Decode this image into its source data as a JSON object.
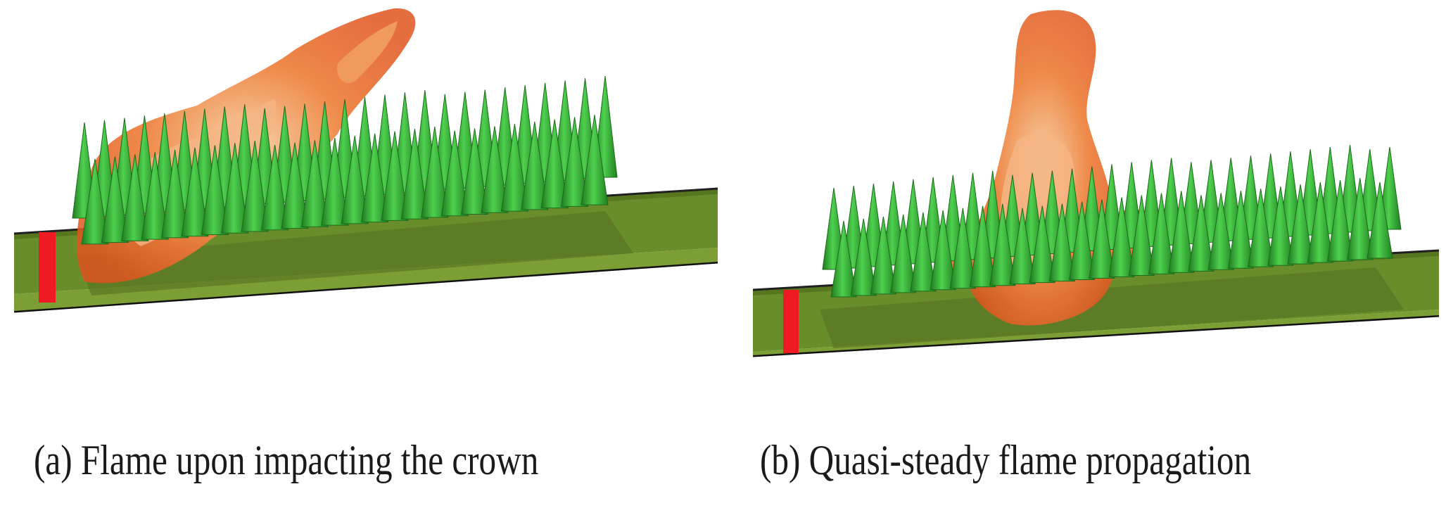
{
  "figure": {
    "panels": [
      {
        "id": "a",
        "caption": "(a) Flame upon impacting the crown"
      },
      {
        "id": "b",
        "caption": "(b) Quasi-steady flame propagation"
      }
    ],
    "colors": {
      "ground": "#6c8f2c",
      "ground_dark": "#3e5a18",
      "tree": "#33b233",
      "tree_dark": "#1e7a1e",
      "flame": "#e8642a",
      "flame_light": "#f6c49a",
      "ignition_strip": "#ee1b24"
    }
  }
}
